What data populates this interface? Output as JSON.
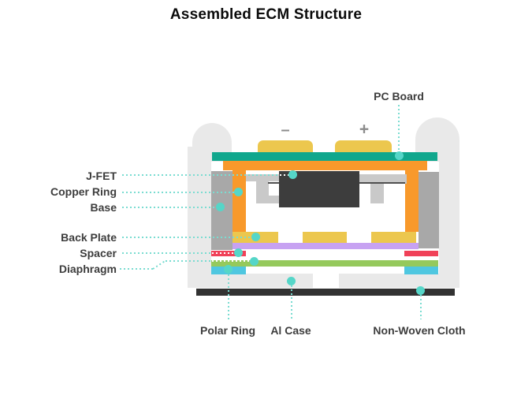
{
  "title": "Assembled ECM Structure",
  "terminals": {
    "minus": "–",
    "plus": "+"
  },
  "callouts": {
    "left": [
      {
        "label": "J-FET"
      },
      {
        "label": "Copper Ring"
      },
      {
        "label": "Base"
      },
      {
        "label": "Back Plate"
      },
      {
        "label": "Spacer"
      },
      {
        "label": "Diaphragm"
      }
    ],
    "top_right": {
      "label": "PC Board"
    },
    "bottom": [
      {
        "label": "Polar Ring"
      },
      {
        "label": "Al Case"
      },
      {
        "label": "Non-Woven Cloth"
      }
    ]
  },
  "colors": {
    "title_text": "#0b0b0b",
    "label_text": "#3d3d3d",
    "terminal": "#8c8c8c",
    "case": "#e9e9e9",
    "pc_board": "#10a78d",
    "copper": "#f8992b",
    "pad_yellow": "#ecc74e",
    "jfet": "#3d3d3d",
    "base_gray": "#a8a8a8",
    "lead_gray": "#c9c9c9",
    "back_plate": "#c7a2f2",
    "spacer_red": "#f04158",
    "diaphragm_green": "#95c95c",
    "polar_cyan": "#4fc7e0",
    "cloth": "#323232",
    "wire": "#4f4f4f",
    "leader": "#7adcd1",
    "dot": "#55d6c8"
  }
}
